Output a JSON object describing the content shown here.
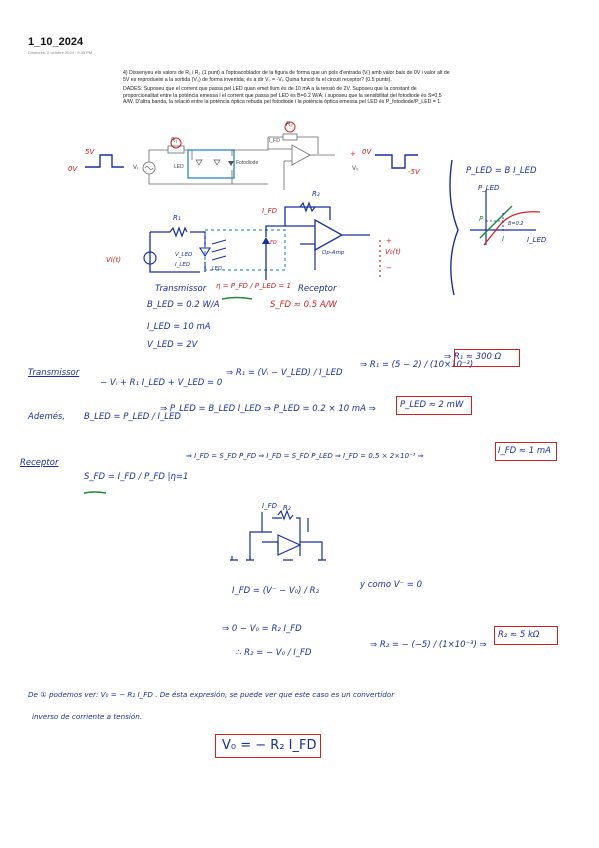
{
  "note": {
    "title": "1_10_2024",
    "date": "Dimecres, 2 octubre 2024 · 9:35 PM"
  },
  "problem": {
    "question": "4) Dissenyeu els valors de R₁ i R₂ (1 punt) a l'optoacoblador de la figura de forma que un pols d'entrada (Vᵢ) amb valor baix de 0V i valor alt de 5V es reprodueixi a la sortida (V₀) de forma invertida; és a dir V₀ = -Vᵢ. Quina funció fa el circuit receptor? (0.5 punts).",
    "data": "DADES: Suposeu que el corrent que passa pel LED quan emet llum és de 10 mA a la tensió de 2V. Suposeu que la constant de proporcionalitat entre la potència emessa i el corrent que passa pel LED és B=0.2 W/A; i suposeu que la sensibilitat del fotodiode és S=0.5 A/W. D'altra banda, la relació entre la potència òptica rebuda pel fotodiode i la potència òptica emessa pel LED és P_fotodiode/P_LED = 1."
  },
  "circuit_labels": {
    "in_pulse_high": "5V",
    "in_pulse_low": "0V",
    "vi": "Vᵢ",
    "r1": "R₁",
    "led": "LED",
    "ifd": "I_FD",
    "r2": "R₂",
    "fotodiode": "Fotodiode",
    "vo": "V₀",
    "out_high": "0V",
    "out_low": "-5V",
    "plus": "+"
  },
  "graph": {
    "formula": "P_LED = B I_LED",
    "y_label": "P_LED",
    "x_label": "I_LED",
    "p_mark": "P",
    "i_mark": "I",
    "slope": "B=0.2"
  },
  "schematic2": {
    "r1": "R₁",
    "r2": "R₂",
    "ifd": "I_FD",
    "vi_t": "Vi(t)",
    "iled": "I_LED",
    "vled": "V_LED",
    "led": "LED",
    "fd": "FD",
    "opamp": "Op-Amp",
    "vo_t": "V₀(t)",
    "plus": "+",
    "minus": "−",
    "eta": "η = P_FD / P_LED = 1",
    "transmitter": "Transmissor",
    "b_val": "B_LED = 0.2 W/A",
    "iled_val": "I_LED = 10 mA",
    "vled_val": "V_LED = 2V",
    "receiver": "Receptor",
    "sfd": "S_FD ≈ 0.5 A/W"
  },
  "solution": {
    "transmitter_head": "Transmissor",
    "kvl": "− Vᵢ + R₁ I_LED + V_LED = 0",
    "r1_expr": "⇒ R₁ = (Vᵢ − V_LED) / I_LED",
    "r1_num": "⇒ R₁ = (5 − 2) / (10×10⁻³)",
    "r1_ans": "⇒ R₁ ≈ 300 Ω",
    "ademes": "Ademés,",
    "b_def": "B_LED = P_LED / I_LED",
    "pled_expr": "⇒ P_LED = B_LED I_LED ⇒ P_LED = 0.2 × 10 mA ⇒",
    "pled_ans": "P_LED ≈ 2 mW",
    "receptor_head": "Receptor",
    "sfd_def": "S_FD = I_FD / P_FD |η=1",
    "ifd_expr": "⇒ I_FD = S_FD P_FD ⇒ I_FD = S_FD P_LED ⇒ I_FD = 0.5 × 2×10⁻³ ⇒",
    "ifd_ans": "I_FD ≈ 1 mA",
    "ifd_eq": "I_FD = (V⁻ − V₀) / R₂",
    "y_com": "y como  V⁻ = 0",
    "step1": "⇒  0 − V₀ = R₂ I_FD",
    "step2": "∴  R₂ = − V₀ / I_FD",
    "step2_num": "⇒  R₂ = − (−5) / (1×10⁻³) ⇒",
    "r2_ans": "R₂ ≈ 5 kΩ",
    "conclusion1": "De ① podemos ver:  V₀ = − R₂ I_FD . De ésta expresión, se puede ver que este caso es un convertidor",
    "conclusion2": "inverso de corriente a tensión.",
    "final": "V₀ = − R₂ I_FD"
  },
  "colors": {
    "ink": "#1a2fa0",
    "red": "#d62020",
    "green": "#1e8a3a",
    "circuit_box": "#3a8fd6"
  }
}
